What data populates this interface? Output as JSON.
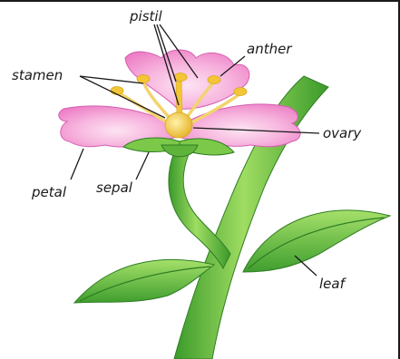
{
  "labels": {
    "pistil": "pistil",
    "anther": "anther",
    "stamen": "stamen",
    "ovary": "ovary",
    "petal": "petal",
    "sepal": "sepal",
    "leaf": "leaf"
  },
  "colors": {
    "petal_light": "#f9c6e6",
    "petal_dark": "#ec7ac4",
    "stem_light": "#9fdc62",
    "stem_dark": "#3a9a2a",
    "stamen": "#f3d36e",
    "ovary": "#f2c636",
    "text": "#1a1a1a"
  }
}
